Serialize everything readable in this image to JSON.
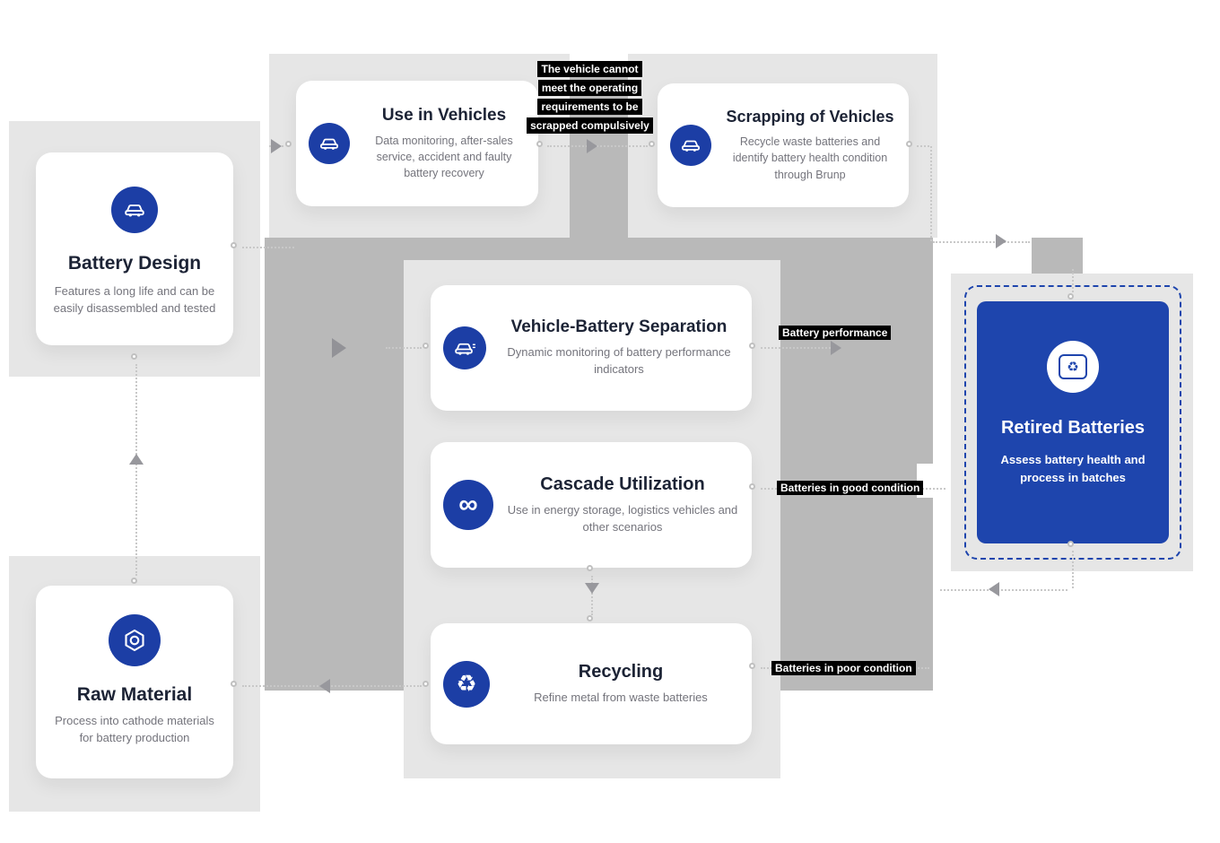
{
  "diagram": {
    "nodes": {
      "battery_design": {
        "title": "Battery Design",
        "desc": "Features a long life and can be easily disassembled and tested"
      },
      "use_in_vehicles": {
        "title": "Use in Vehicles",
        "desc": "Data monitoring, after-sales service,  accident and faulty battery recovery"
      },
      "scrapping_of_vehicles": {
        "title": "Scrapping of Vehicles",
        "desc": "Recycle waste batteries and identify battery health condition through Brunp"
      },
      "vehicle_battery_separation": {
        "title": "Vehicle-Battery Separation",
        "desc": "Dynamic monitoring of battery performance indicators"
      },
      "cascade_utilization": {
        "title": "Cascade Utilization",
        "desc": "Use in energy storage, logistics vehicles and other scenarios"
      },
      "recycling": {
        "title": "Recycling",
        "desc": "Refine metal from waste batteries"
      },
      "retired_batteries": {
        "title": "Retired Batteries",
        "desc": "Assess battery health and process in batches"
      },
      "raw_material": {
        "title": "Raw Material",
        "desc": "Process into cathode materials for battery production"
      }
    },
    "edge_labels": {
      "scrap_note": {
        "line1": "The vehicle cannot",
        "line2": "meet the operating",
        "line3": "requirements to be",
        "line4": "scrapped compulsively"
      },
      "battery_performance": "Battery performance",
      "good_condition": "Batteries in good condition",
      "poor_condition": "Batteries in poor condition"
    },
    "icons": {
      "infinity_glyph": "∞",
      "recycle_glyph": "♻"
    },
    "colors": {
      "accent_blue": "#1c3ea5",
      "retired_card_blue": "#1e45ad",
      "panel_gray": "#e6e6e6",
      "flow_gray": "#b9b9b9"
    }
  }
}
